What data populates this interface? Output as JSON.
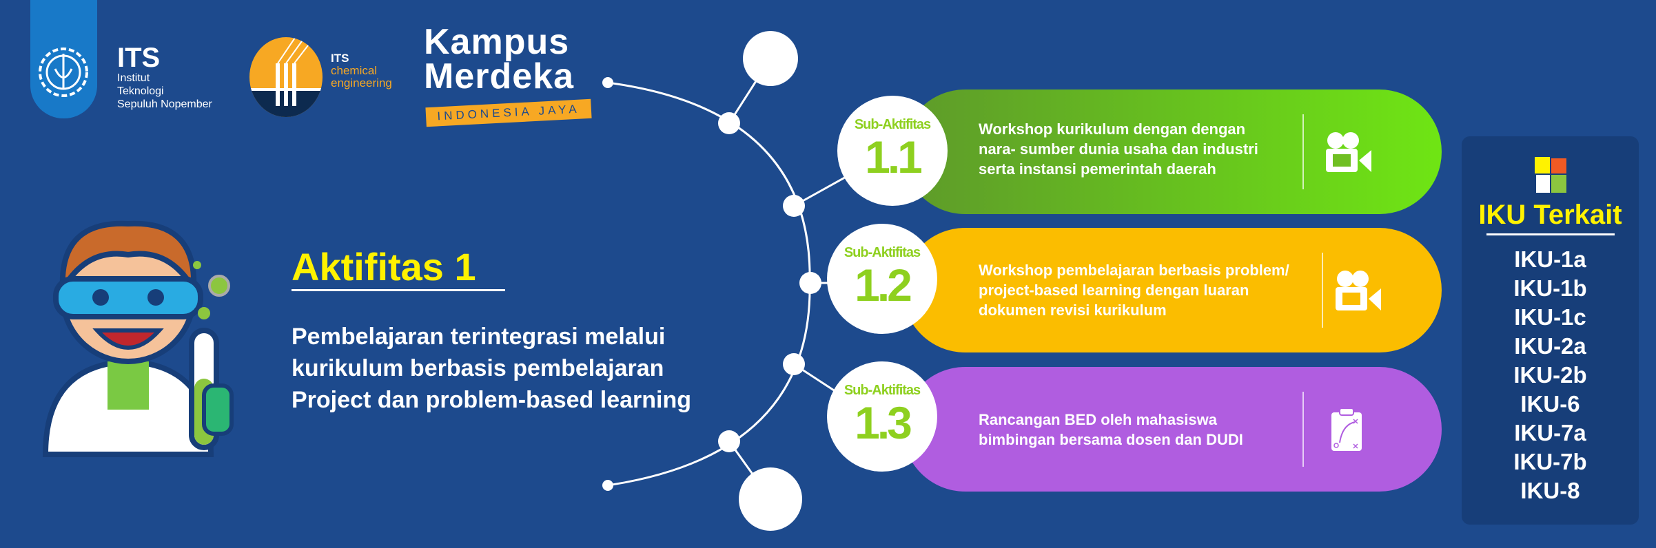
{
  "logos": {
    "its": {
      "abbr": "ITS",
      "lines": [
        "Institut",
        "Teknologi",
        "Sepuluh Nopember"
      ]
    },
    "chem": {
      "abbr": "ITS",
      "lines": [
        "chemical",
        "engineering"
      ]
    },
    "kampus": {
      "line1": "Kampus",
      "line2": "Merdeka",
      "band": "INDONESIA JAYA"
    }
  },
  "activity": {
    "title": "Aktifitas 1",
    "description": [
      "Pembelajaran terintegrasi melalui",
      "kurikulum berbasis pembelajaran",
      "Project dan problem-based learning"
    ]
  },
  "sub_activities": [
    {
      "label": "Sub-Aktifitas",
      "number": "1.1",
      "lines": [
        "Workshop kurikulum dengan dengan",
        "nara- sumber dunia usaha dan industri",
        "serta instansi pemerintah daerah"
      ],
      "icon": "video-camera-icon",
      "color": "#6fe514"
    },
    {
      "label": "Sub-Aktifitas",
      "number": "1.2",
      "lines": [
        "Workshop pembelajaran berbasis problem/",
        "project-based learning dengan luaran",
        "dokumen revisi kurikulum"
      ],
      "icon": "video-camera-icon",
      "color": "#fbbd00"
    },
    {
      "label": "Sub-Aktifitas",
      "number": "1.3",
      "lines": [
        "Rancangan BED oleh mahasiswa",
        "bimbingan bersama dosen dan DUDI"
      ],
      "icon": "clipboard-strategy-icon",
      "color": "#b05de0"
    }
  ],
  "iku": {
    "title": "IKU Terkait",
    "items": [
      "IKU-1a",
      "IKU-1b",
      "IKU-1c",
      "IKU-2a",
      "IKU-2b",
      "IKU-6",
      "IKU-7a",
      "IKU-7b",
      "IKU-8"
    ]
  }
}
